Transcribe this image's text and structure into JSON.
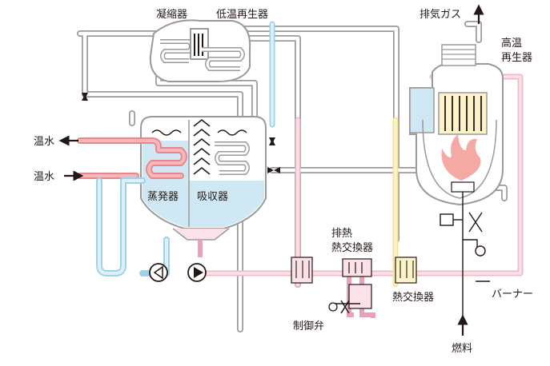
{
  "labels": {
    "condenser": "凝縮器",
    "low_temp_generator": "低温再生器",
    "exhaust_gas": "排気ガス",
    "high_temp_generator_line1": "高温",
    "high_temp_generator_line2": "再生器",
    "hot_water_out": "温水",
    "hot_water_in": "温水",
    "evaporator": "蒸発器",
    "absorber": "吸収器",
    "waste_heat_exchanger_line1": "排熱",
    "waste_heat_exchanger_line2": "熱交換器",
    "control_valve": "制御弁",
    "heat_exchanger": "熱交換器",
    "burner": "バーナー",
    "fuel": "燃料"
  },
  "colors": {
    "outline": "#9a9a9a",
    "vessel_fill": "#cfe8f3",
    "hot_water": "#e8878b",
    "cool_water": "#9fd1e8",
    "solution_pink": "#f6cdd8",
    "solution_yellow": "#fbf0b4",
    "flame": "#f5a9a3",
    "arrow": "#231815"
  }
}
